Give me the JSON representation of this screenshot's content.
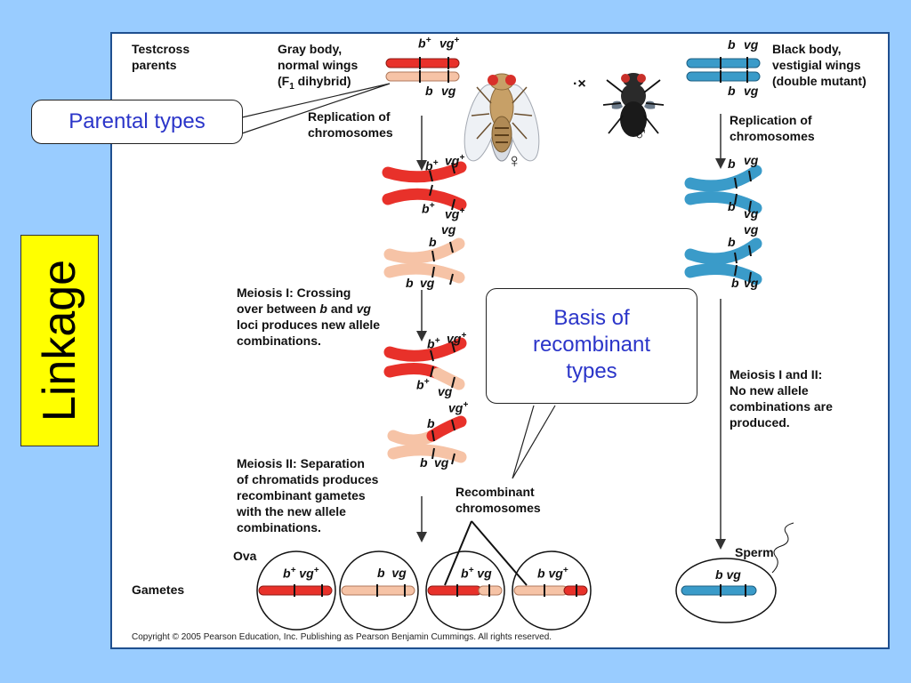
{
  "side_title": "Linkage",
  "testcross": {
    "label_line1": "Testcross",
    "label_line2": "parents"
  },
  "female_parent": {
    "line1": "Gray body,",
    "line2": "normal wings",
    "line3_pre": "(F",
    "line3_sub": "1",
    "line3_post": " dihybrid)"
  },
  "male_parent": {
    "line1": "Black body,",
    "line2": "vestigial wings",
    "line3": "(double mutant)"
  },
  "cross_symbol": "×",
  "female_symbol": "♀",
  "male_symbol": "♂",
  "replication_left": {
    "line1": "Replication of",
    "line2": "chromosomes"
  },
  "replication_right": {
    "line1": "Replication of",
    "line2": "chromosomes"
  },
  "meiosis1": {
    "line1": "Meiosis I: Crossing",
    "line2_pre": "over between ",
    "line2_b": "b",
    "line2_mid": " and ",
    "line2_vg": "vg",
    "line3": "loci produces new allele",
    "line4": "combinations."
  },
  "meiosis2": {
    "line1": "Meiosis II: Separation",
    "line2": "of chromatids produces",
    "line3": "recombinant gametes",
    "line4": "with the new allele",
    "line5": "combinations."
  },
  "meiosis_right": {
    "line1": "Meiosis I and II:",
    "line2": "No new allele",
    "line3": "combinations are",
    "line4": "produced."
  },
  "recombinant_label": {
    "line1": "Recombinant",
    "line2": "chromosomes"
  },
  "gametes_label": "Gametes",
  "ova_label": "Ova",
  "sperm_label": "Sperm",
  "callout_parental": "Parental types",
  "callout_basis": {
    "line1": "Basis of",
    "line2": "recombinant",
    "line3": "types"
  },
  "alleles": {
    "b": "b",
    "vg": "vg",
    "plus": "+"
  },
  "copyright": "Copyright ©  2005 Pearson Education, Inc. Publishing as Pearson Benjamin Cummings. All rights reserved.",
  "colors": {
    "red": "#e8312a",
    "pink": "#f6c3a6",
    "blue": "#3a9bc9",
    "panel_border": "#1f4f8f",
    "callout_text": "#2b35c9",
    "background": "#99ccff",
    "side_title_bg": "#ffff00"
  }
}
